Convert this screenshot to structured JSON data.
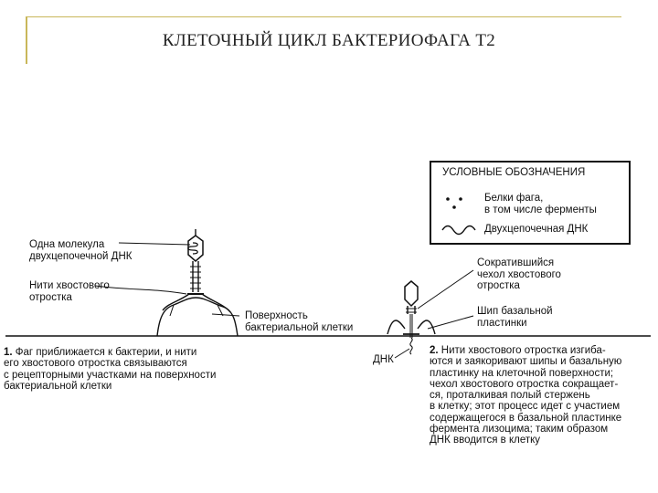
{
  "title": "КЛЕТОЧНЫЙ ЦИКЛ БАКТЕРИОФАГА Т2",
  "labels": {
    "dna_molecule": "Одна молекула\nдвухцепочечной ДНК",
    "tail_fibers": "Нити хвостового\nотростка",
    "cell_surface": "Поверхность\nбактериальной клетки",
    "contracted_sheath": "Сократившийся\nчехол хвостового\nотростка",
    "base_plate_spike": "Шип базальной\nпластинки",
    "dna": "ДНК"
  },
  "legend": {
    "title": "УСЛОВНЫЕ ОБОЗНАЧЕНИЯ",
    "items": [
      {
        "icon": "dots-icon",
        "text": "Белки фага,\nв том числе ферменты"
      },
      {
        "icon": "wavy-dna-icon",
        "text": "Двухцепочечная ДНК"
      }
    ]
  },
  "steps": [
    {
      "number": "1.",
      "text": "Фаг приближается к бактерии, и нити\nего хвостового отростка связываются\nс рецепторными участками на поверхности\nбактериальной клетки"
    },
    {
      "number": "2.",
      "text": "Нити хвостового отростка изгиба-\nются и заякоривают шипы и базальную\nпластинку на клеточной поверхности;\nчехол хвостового отростка сокращает-\nся, проталкивая полый стержень\nв клетку; этот процесс идет с участием\nсодержащегося в базальной пластинке\nфермента лизоцима; таким образом\nДНК вводится в клетку"
    }
  ]
}
